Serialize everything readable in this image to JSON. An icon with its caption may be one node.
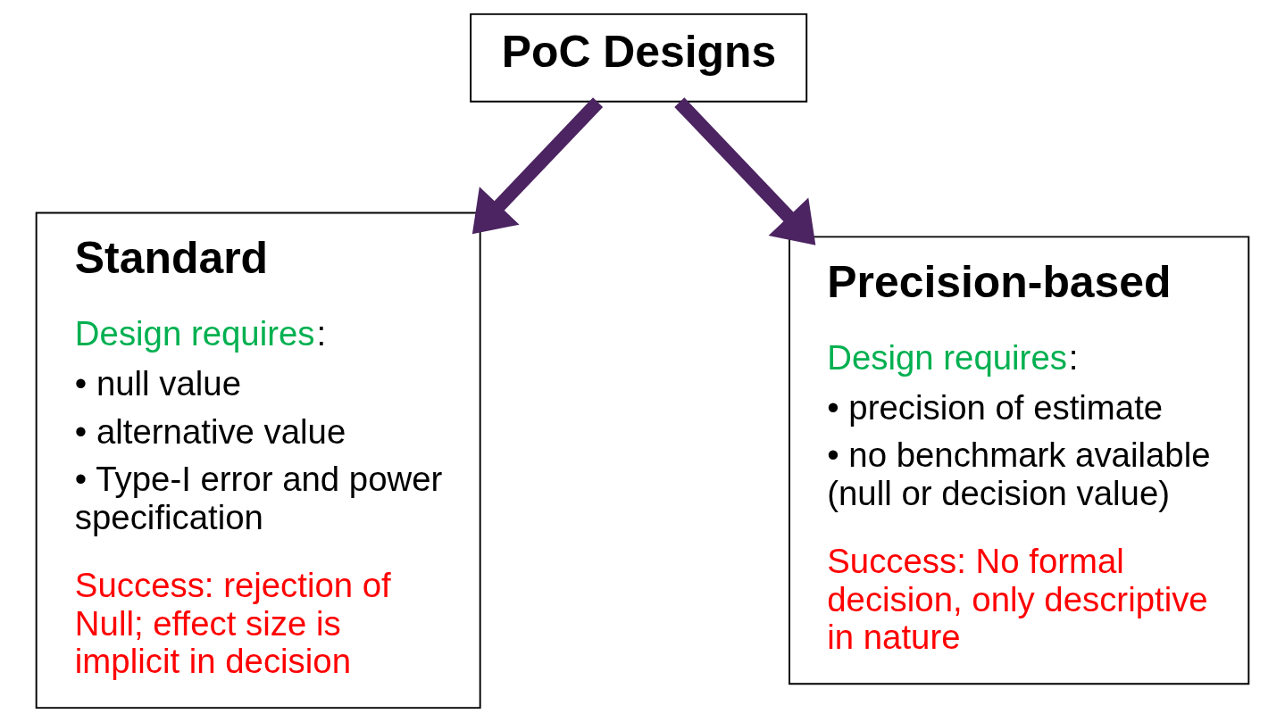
{
  "diagram": {
    "nodes": [
      {
        "text": [
          "PoC Designs"
        ]
      },
      {
        "text": [
          "Standard",
          "Design requires:",
          "• null value",
          "• alternative value",
          "• Type-I error and power specification",
          "Success: rejection of Null; effect size is implicit in decision"
        ]
      },
      {
        "text": [
          "Precision-based",
          "Design requires:",
          "• precision of estimate",
          "• no benchmark available (null or decision value)",
          "Success: No formal decision, only descriptive in nature"
        ]
      }
    ],
    "edges": [
      {
        "from": 0,
        "to": 1,
        "arrow": "to",
        "color": "#4b2461"
      },
      {
        "from": 0,
        "to": 2,
        "arrow": "to",
        "color": "#4b2461"
      }
    ]
  }
}
